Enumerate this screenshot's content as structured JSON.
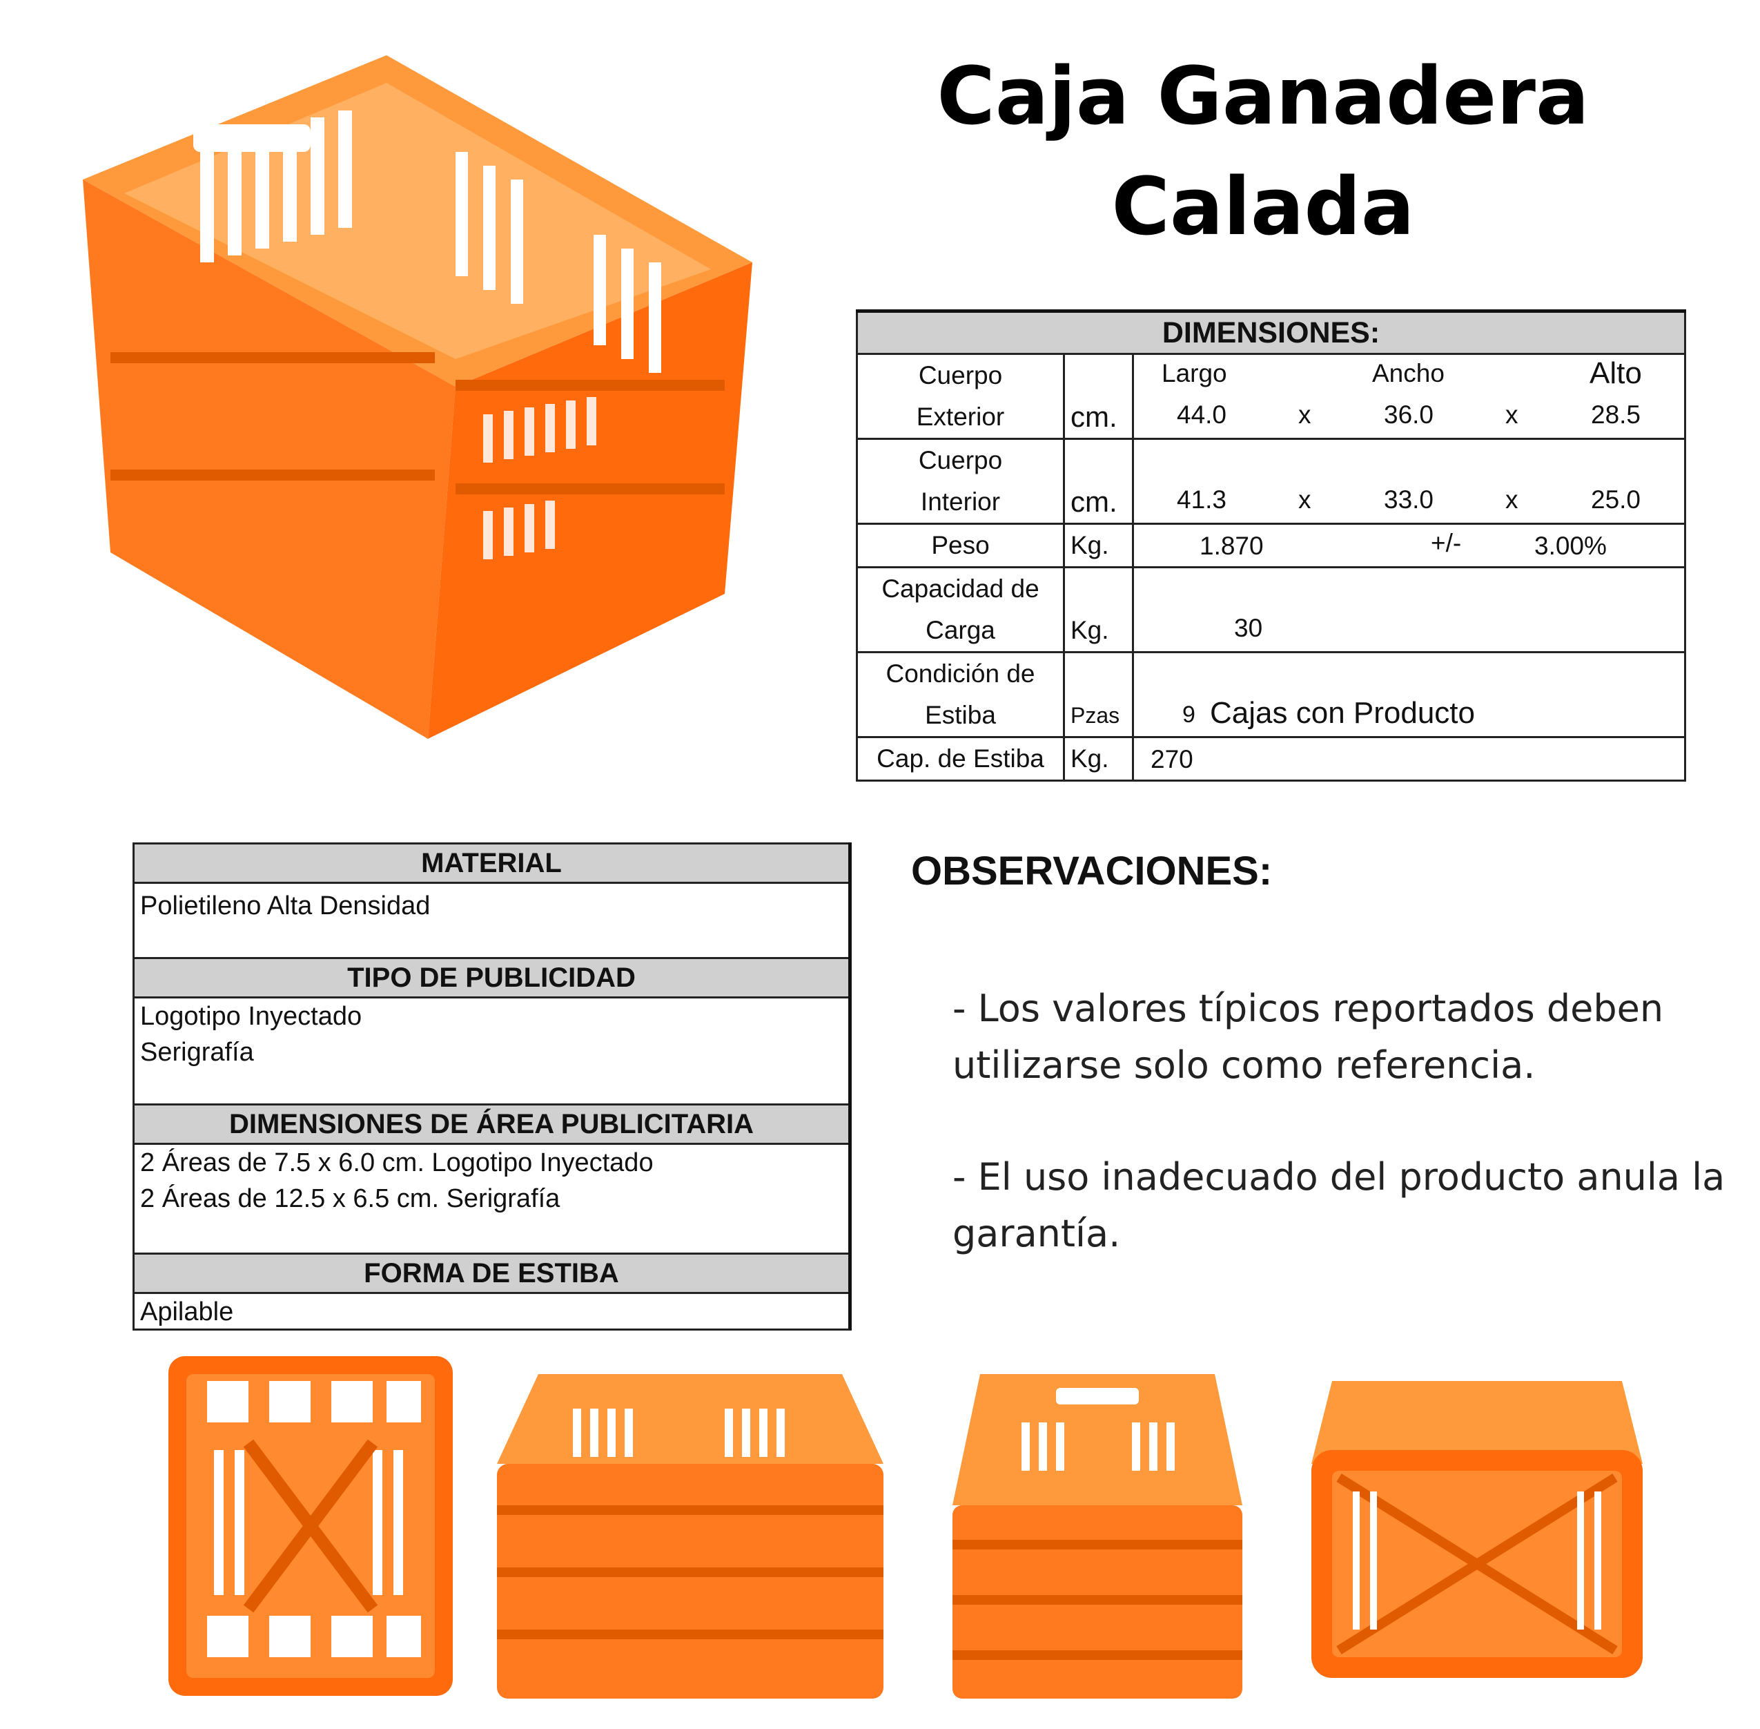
{
  "title": {
    "line1": "Caja Ganadera",
    "line2": "Calada"
  },
  "colors": {
    "crate": "#ff7a1f",
    "header_fill": "#d0d0d0"
  },
  "dimensions": {
    "header": "DIMENSIONES:",
    "rows": [
      {
        "label1": "Cuerpo",
        "label2": "Exterior",
        "unit": "cm.",
        "largo_label": "Largo",
        "ancho_label": "Ancho",
        "alto_label": "Alto",
        "largo": "44.0",
        "x1": "x",
        "ancho": "36.0",
        "x2": "x",
        "alto": "28.5"
      },
      {
        "label1": "Cuerpo",
        "label2": "Interior",
        "unit": "cm.",
        "largo": "41.3",
        "x1": "x",
        "ancho": "33.0",
        "x2": "x",
        "alto": "25.0"
      },
      {
        "label1": "Peso",
        "unit": "Kg.",
        "value": "1.870",
        "tol_sign": "+/-",
        "tol": "3.00%"
      },
      {
        "label1": "Capacidad de",
        "label2": "Carga",
        "unit": "Kg.",
        "value": "30"
      },
      {
        "label1": "Condición de",
        "label2": "Estiba",
        "unit": "Pzas",
        "count": "9",
        "text": "Cajas con Producto"
      },
      {
        "label1": "Cap. de Estiba",
        "unit": "Kg.",
        "value": "270"
      }
    ]
  },
  "info": {
    "material_header": "MATERIAL",
    "material": "Polietileno Alta Densidad",
    "publicidad_header": "TIPO DE PUBLICIDAD",
    "publicidad1": "Logotipo Inyectado",
    "publicidad2": "Serigrafía",
    "area_header": "DIMENSIONES DE ÁREA PUBLICITARIA",
    "area1": "2 Áreas de 7.5 x 6.0 cm.  Logotipo Inyectado",
    "area2": "2 Áreas de 12.5 x 6.5 cm. Serigrafía",
    "estiba_header": "FORMA DE ESTIBA",
    "estiba": "Apilable"
  },
  "observaciones": {
    "title": "OBSERVACIONES:",
    "item1_line1": "- Los valores típicos reportados deben",
    "item1_line2": "utilizarse solo como referencia.",
    "item2_line1": "- El uso inadecuado  del producto anula la",
    "item2_line2": "garantía."
  },
  "images": {
    "main": "orange-crate-perspective",
    "thumbs": [
      "orange-crate-top-view",
      "orange-crate-front-view",
      "orange-crate-side-view",
      "orange-crate-bottom-view"
    ]
  }
}
